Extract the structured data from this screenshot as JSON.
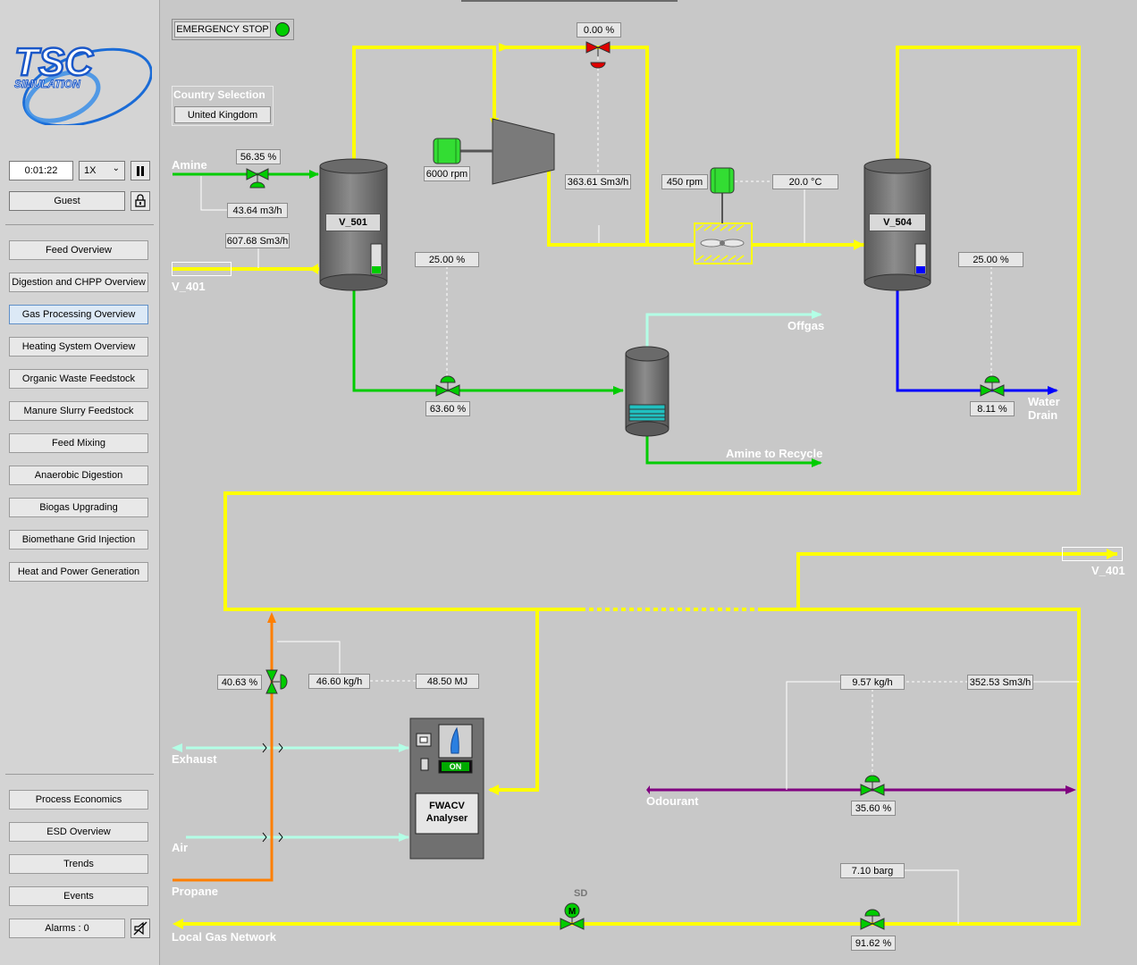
{
  "logo": {
    "line1": "TSC",
    "line2": "SIMULATION"
  },
  "sim": {
    "time": "0:01:22",
    "speed": "1X",
    "user": "Guest"
  },
  "nav": {
    "items": [
      "Feed Overview",
      "Digestion and CHPP Overview",
      "Gas Processing Overview",
      "Heating System Overview",
      "Organic Waste Feedstock",
      "Manure Slurry Feedstock",
      "Feed Mixing",
      "Anaerobic Digestion",
      "Biogas Upgrading",
      "Biomethane Grid Injection",
      "Heat and Power Generation"
    ],
    "bottom": [
      "Process Economics",
      "ESD Overview",
      "Trends",
      "Events"
    ],
    "alarms": "Alarms : 0"
  },
  "header": {
    "emergency_stop": "EMERGENCY STOP",
    "country_title": "Country Selection",
    "country_value": "United Kingdom"
  },
  "vessels": {
    "v501": "V_501",
    "v504": "V_504"
  },
  "values": {
    "amine_valve": "56.35 %",
    "amine_flow": "43.64 m3/h",
    "gas_flow_in": "607.68 Sm3/h",
    "compressor_speed": "6000 rpm",
    "recycle_valve": "0.00 %",
    "compressor_flow": "363.61 Sm3/h",
    "fan_speed": "450 rpm",
    "cooler_temp": "20.0 °C",
    "v501_level": "25.00 %",
    "v501_drain_valve": "63.60 %",
    "v504_level": "25.00 %",
    "v504_drain_valve": "8.11 %",
    "propane_valve": "40.63 %",
    "propane_flow": "46.60 kg/h",
    "fwacv_energy": "48.50 MJ",
    "odourant_flow": "9.57 kg/h",
    "export_flow": "352.53 Sm3/h",
    "odourant_valve": "35.60 %",
    "network_pressure": "7.10 barg",
    "network_valve": "91.62 %"
  },
  "labels": {
    "amine": "Amine",
    "v401_in": "V_401",
    "v401_out": "V_401",
    "offgas": "Offgas",
    "amine_recycle": "Amine to Recycle",
    "water": "Water",
    "drain": "Drain",
    "exhaust": "Exhaust",
    "air": "Air",
    "propane": "Propane",
    "odourant": "Odourant",
    "local_gas": "Local Gas Network",
    "sd": "SD",
    "fwacv1": "FWACV",
    "fwacv2": "Analyser",
    "on": "ON"
  },
  "levels": {
    "v501": 0.25,
    "v504": 0.25
  },
  "colors": {
    "gas": "#ffff00",
    "amine": "#00cc00",
    "water": "#0000ff",
    "propane": "#ff7f00",
    "odourant": "#800080",
    "air": "#b3ffe6",
    "valve_open": "#00cc00",
    "valve_closed": "#e00000"
  }
}
